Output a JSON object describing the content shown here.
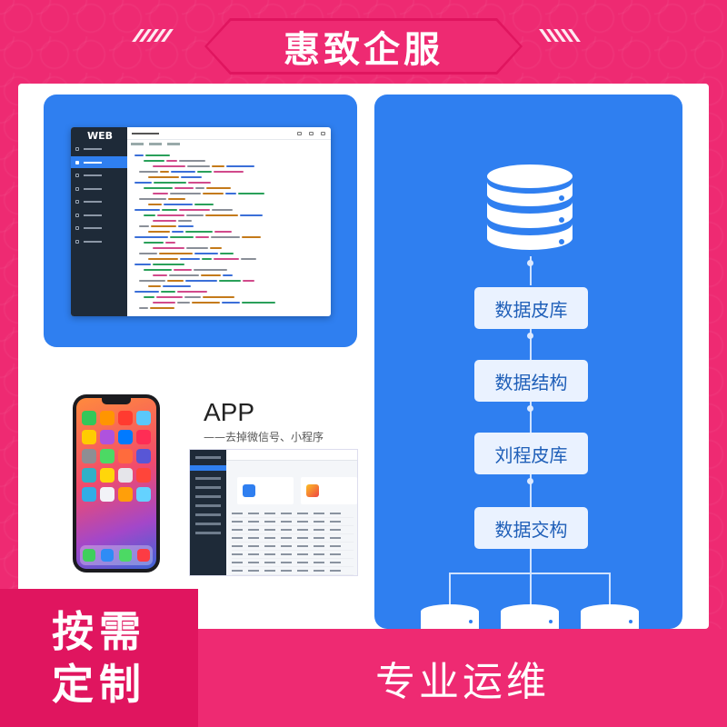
{
  "header": {
    "brand": "惠致企服"
  },
  "web_panel": {
    "logo": "WEB"
  },
  "app_panel": {
    "heading": "APP",
    "subtitle": "——去掉微信号、小程序"
  },
  "flow": {
    "steps": [
      "数据皮库",
      "数据结构",
      "刘程皮库",
      "数据交构"
    ]
  },
  "bottom": {
    "left_line1": "按需",
    "left_line2": "定制",
    "slogan": "专业运维"
  },
  "colors": {
    "brand_pink": "#ee2a72",
    "panel_blue": "#2f7ff0",
    "box_text_blue": "#1f5fb8"
  },
  "icons": [
    "database-icon",
    "phone-app-icons"
  ]
}
